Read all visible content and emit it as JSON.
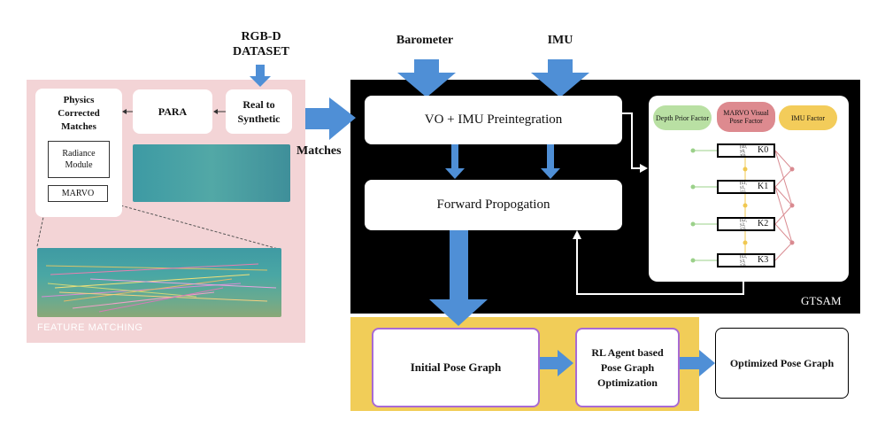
{
  "inputs": {
    "dataset": "RGB-D\nDATASET",
    "barometer": "Barometer",
    "imu": "IMU"
  },
  "feature_matching": {
    "section_label": "FEATURE MATCHING",
    "physics_box": {
      "title": "Physics\nCorrected\nMatches",
      "radiance": "Radiance\nModule",
      "marvo": "MARVO"
    },
    "para": "PARA",
    "real_to_synthetic": "Real to\nSynthetic"
  },
  "matches_label": "Matches",
  "gtsam": {
    "label": "GTSAM",
    "vo_imu": "VO + IMU Preintegration",
    "forward": "Forward Propogation",
    "legend": {
      "depth": "Depth Prior Factor",
      "marvo": "MARVO Visual Pose Factor",
      "imu": "IMU Factor"
    },
    "keyframes": [
      {
        "label": "K0",
        "sub": "(x0,\ny0,\nz0)"
      },
      {
        "label": "K1",
        "sub": "(x1,\ny1,\nz1)"
      },
      {
        "label": "K2",
        "sub": "(x2,\ny2,\nz2)"
      },
      {
        "label": "K3",
        "sub": "(x3,\ny3,\nz3)"
      }
    ]
  },
  "optimization": {
    "initial": "Initial Pose Graph",
    "rl_agent": "RL Agent based\nPose Graph\nOptimization",
    "optimized": "Optimized Pose Graph"
  },
  "colors": {
    "pink_panel": "#f3d4d6",
    "black_panel": "#000000",
    "yellow_panel": "#f1cd58",
    "arrow_blue": "#4f8fd6",
    "purple_border": "#a86ad4",
    "green_pill": "#b9e0a3",
    "red_pill": "#dd8a8f",
    "yellow_pill": "#f3cc5a"
  }
}
